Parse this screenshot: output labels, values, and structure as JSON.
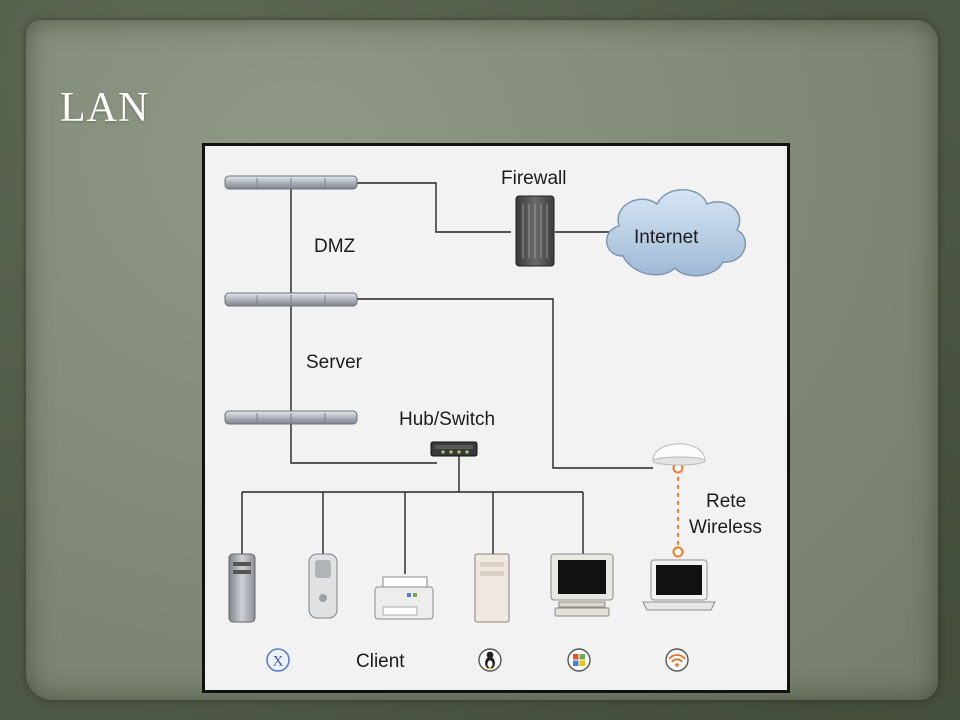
{
  "slide": {
    "title": "LAN"
  },
  "diagram": {
    "labels": {
      "firewall": "Firewall",
      "internet": "Internet",
      "dmz": "DMZ",
      "server": "Server",
      "hub_switch": "Hub/Switch",
      "rete": "Rete",
      "wireless": "Wireless",
      "client": "Client"
    },
    "colors": {
      "cloud": "#b9cfe4",
      "wireless_link": "#f47a2a",
      "line": "#222222"
    },
    "client_os_icons": [
      "mac-os-x-icon",
      "linux-tux-icon",
      "windows-icon",
      "wireless-icon"
    ]
  }
}
